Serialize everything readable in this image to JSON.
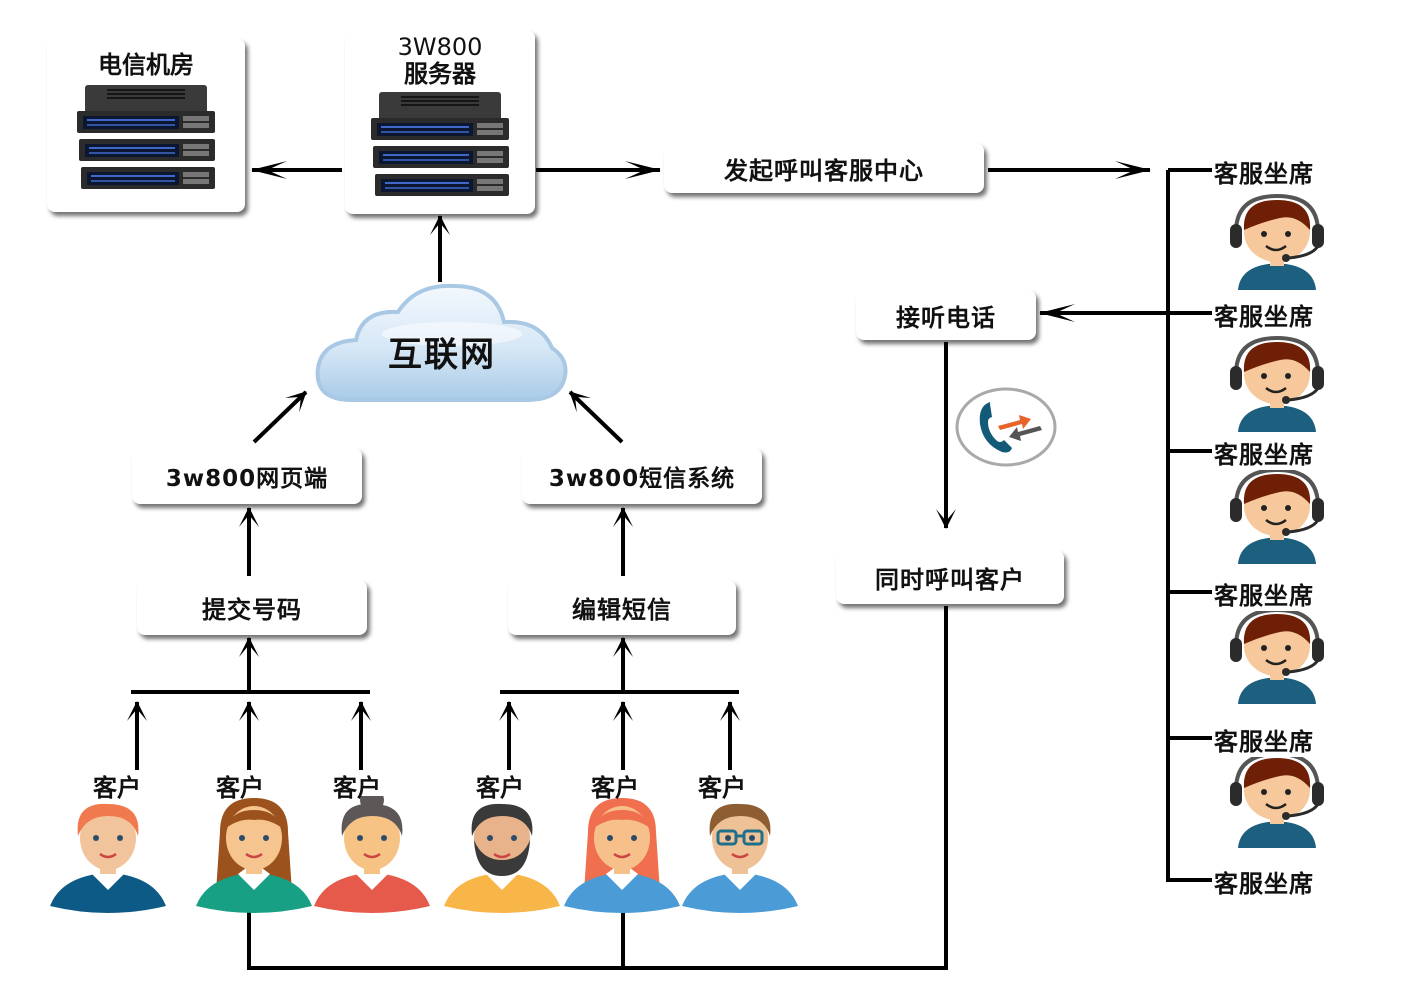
{
  "diagram": {
    "telecom_room": {
      "label": "电信机房",
      "icon": "server-rack-icon"
    },
    "server": {
      "title_line1": "3W800",
      "title_line2": "服务器",
      "icon": "server-rack-icon"
    },
    "internet": {
      "label": "互联网",
      "icon": "cloud-icon"
    },
    "call_center": {
      "label": "发起呼叫客服中心"
    },
    "answer": {
      "label": "接听电话"
    },
    "call_customers": {
      "label": "同时呼叫客户"
    },
    "call_transfer_icon": "phone-transfer-icon",
    "web_portal": {
      "label": "3w800网页端"
    },
    "sms_system": {
      "label": "3w800短信系统"
    },
    "submit_number": {
      "label": "提交号码"
    },
    "edit_sms": {
      "label": "编辑短信"
    },
    "agents": [
      {
        "label": "客服坐席",
        "icon": "agent-headset-avatar"
      },
      {
        "label": "客服坐席",
        "icon": "agent-headset-avatar"
      },
      {
        "label": "客服坐席",
        "icon": "agent-headset-avatar"
      },
      {
        "label": "客服坐席",
        "icon": "agent-headset-avatar"
      },
      {
        "label": "客服坐席",
        "icon": "agent-headset-avatar"
      },
      {
        "label": "客服坐席"
      }
    ],
    "customers": [
      {
        "label": "客户",
        "shirt": "#0d5a86",
        "hair": "#f07a4e",
        "skin": "#f2c49b"
      },
      {
        "label": "客户",
        "shirt": "#18a085",
        "hair": "#9c521c",
        "skin": "#f6c48e"
      },
      {
        "label": "客户",
        "shirt": "#e55a4b",
        "hair": "#5e5758",
        "skin": "#f7c385"
      },
      {
        "label": "客户",
        "shirt": "#f8b548",
        "hair": "#3a3a3a",
        "skin": "#e8b38a"
      },
      {
        "label": "客户",
        "shirt": "#4a9bd6",
        "hair": "#ef6f4f",
        "skin": "#f7c08b"
      },
      {
        "label": "客户",
        "shirt": "#4a9bd6",
        "hair": "#8e5d32",
        "skin": "#eec196"
      }
    ],
    "colors": {
      "line": "#000000",
      "agent_shirt": "#1c5f7e",
      "agent_hair": "#6e1f05",
      "agent_skin": "#f6c89b",
      "cloud_fill": "#cfe2f3",
      "cloud_stroke": "#a9c8e4",
      "phone_blue": "#135a78",
      "phone_orange": "#e8632a",
      "phone_gray": "#555555"
    }
  }
}
